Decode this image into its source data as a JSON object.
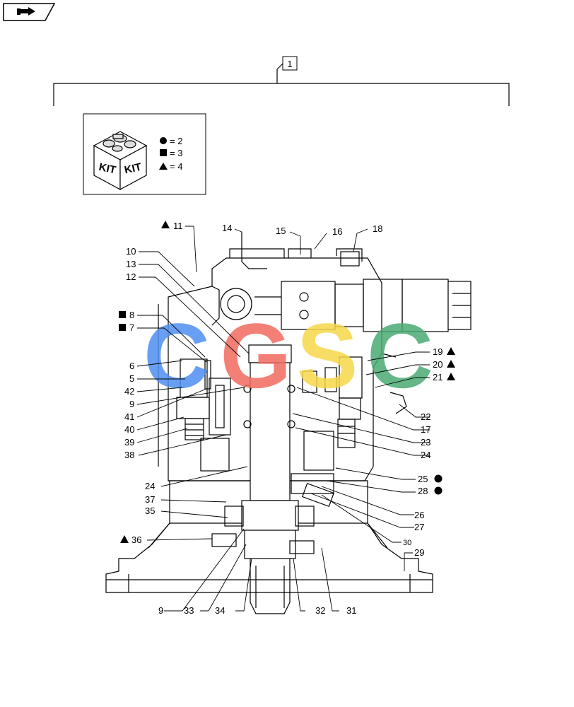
{
  "nav": {
    "icon": "hand-pointing-right-icon"
  },
  "assembly_label": "1",
  "kit_box": {
    "icon_label_left": "KIT",
    "icon_label_right": "KIT",
    "legend": [
      {
        "symbol": "circle",
        "text": "= 2"
      },
      {
        "symbol": "square",
        "text": "= 3"
      },
      {
        "symbol": "triangle",
        "text": "= 4"
      }
    ]
  },
  "watermark": {
    "letters": [
      "C",
      "G",
      "S",
      "C"
    ],
    "colors": [
      "#4f8ff0",
      "#f26b5f",
      "#f7d84a",
      "#4bab74"
    ]
  },
  "part_labels": {
    "l11": "11",
    "l14": "14",
    "l15": "15",
    "l16": "16",
    "l18": "18",
    "l10": "10",
    "l13": "13",
    "l12": "12",
    "l8": "8",
    "l7": "7",
    "l6": "6",
    "l5": "5",
    "l42": "42",
    "l9a": "9",
    "l41": "41",
    "l40": "40",
    "l39": "39",
    "l38": "38",
    "l24a": "24",
    "l37": "37",
    "l35": "35",
    "l36": "36",
    "l9b": "9",
    "l33": "33",
    "l34": "34",
    "l32": "32",
    "l31": "31",
    "l19": "19",
    "l20": "20",
    "l21": "21",
    "l22": "22",
    "l17": "17",
    "l23": "23",
    "l24b": "24",
    "l25": "25",
    "l28": "28",
    "l26": "26",
    "l27": "27",
    "l30": "30",
    "l29": "29"
  }
}
